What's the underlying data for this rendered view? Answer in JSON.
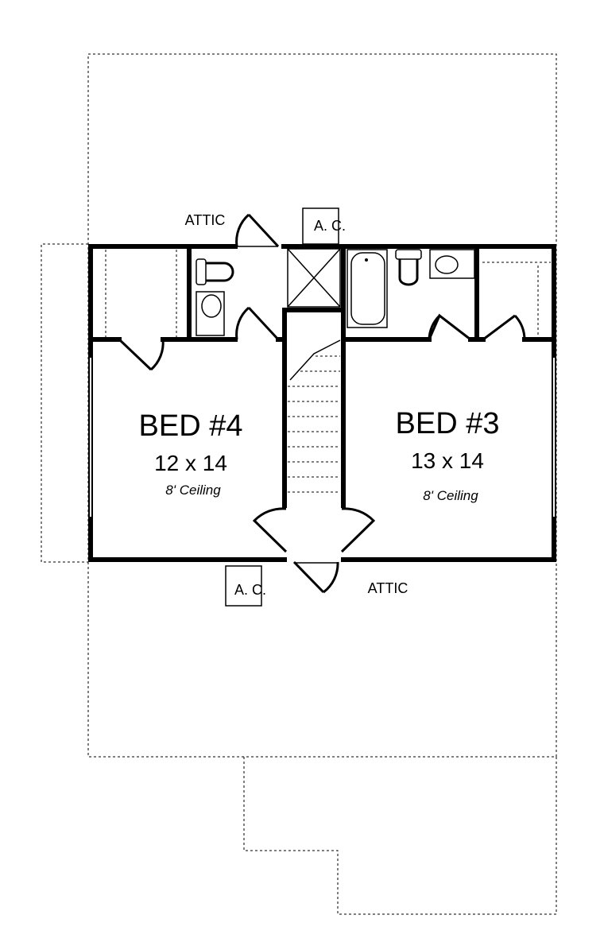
{
  "rooms": {
    "bed4": {
      "name": "BED #4",
      "size": "12 x 14",
      "ceiling": "8' Ceiling"
    },
    "bed3": {
      "name": "BED #3",
      "size": "13 x 14",
      "ceiling": "8' Ceiling"
    }
  },
  "labels": {
    "attic_top": "ATTIC",
    "attic_bottom": "ATTIC",
    "ac_top": "A. C.",
    "ac_bottom": "A. C."
  }
}
